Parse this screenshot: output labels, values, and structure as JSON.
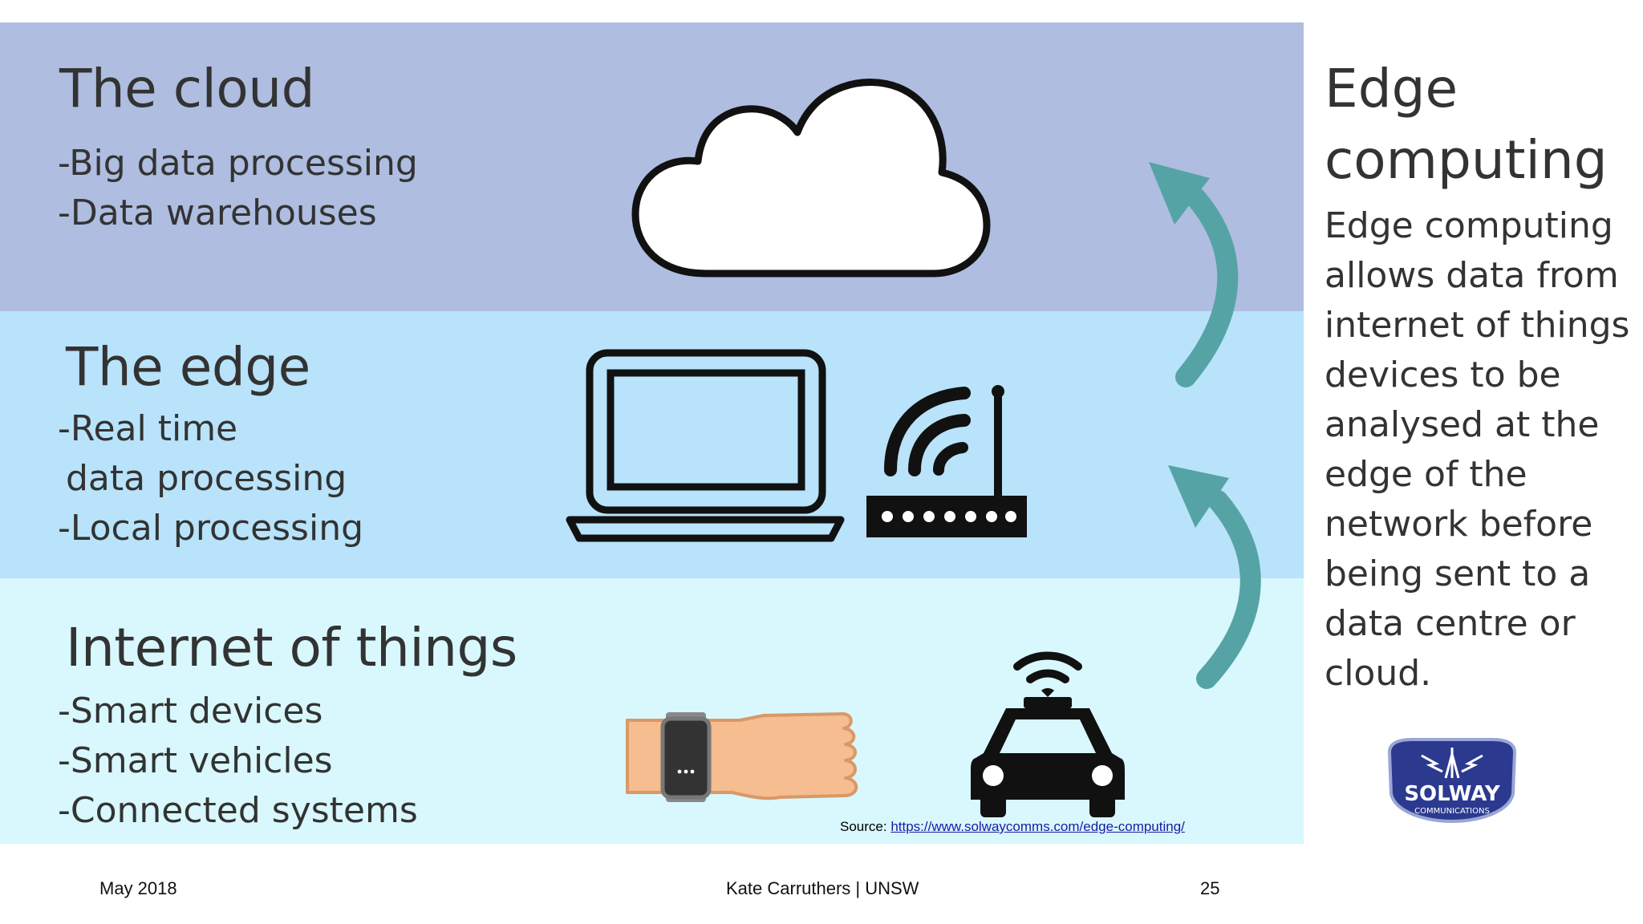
{
  "cloud": {
    "heading": "The cloud",
    "lines": [
      "-Big data processing",
      "-Data warehouses"
    ]
  },
  "edge": {
    "heading": "The edge",
    "lines": [
      "-Real time",
      "data processing",
      "-Local processing"
    ]
  },
  "iot": {
    "heading": "Internet of things",
    "lines": [
      "-Smart devices",
      "-Smart vehicles",
      "-Connected systems"
    ]
  },
  "sidebar": {
    "title_lines": [
      "Edge",
      "computing"
    ],
    "body_lines": [
      "Edge computing",
      "allows data from",
      "internet of things",
      "devices to be",
      "analysed at the",
      "edge of the",
      "network before",
      "being sent to a",
      "data centre or",
      "cloud."
    ]
  },
  "source": {
    "label": "Source: ",
    "link_text": "https://www.solwaycomms.com/edge-computing/"
  },
  "footer": {
    "date": "May 2018",
    "author": "Kate Carruthers | UNSW",
    "page": "25"
  },
  "logo": {
    "name": "SOLWAY",
    "tagline": "COMMUNICATIONS"
  },
  "icons": [
    "cloud-icon",
    "laptop-icon",
    "router-icon",
    "smartwatch-icon",
    "connected-car-icon",
    "arrow-up-icon"
  ],
  "colors": {
    "cloud_band": "#aebde0",
    "edge_band": "#b8e3fa",
    "iot_band": "#d8f8fd",
    "arrow": "#56a3a6",
    "text": "#333333"
  }
}
